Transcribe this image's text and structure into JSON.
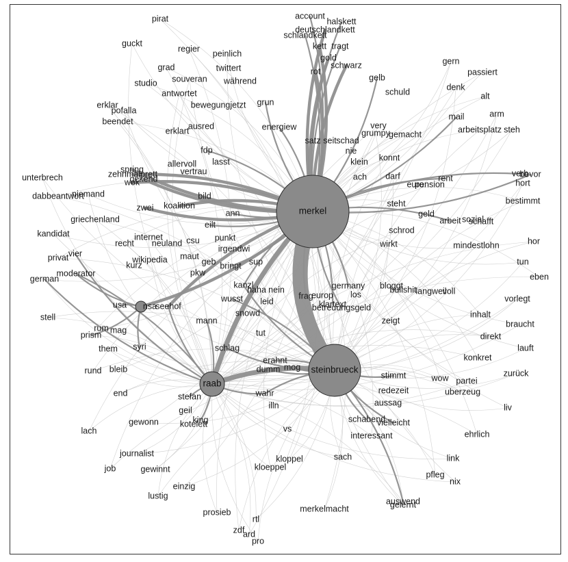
{
  "diagram": {
    "colors": {
      "hub_fill": "#8a8a8a",
      "hub_stroke": "#2b2b2b",
      "edge": "#8f8f8f",
      "edge_faint": "#c8c8c8",
      "text": "#1a1a1a"
    },
    "hubs": [
      {
        "id": "merkel",
        "label": "merkel"
      },
      {
        "id": "steinbrueck",
        "label": "steinbrueck"
      },
      {
        "id": "raab",
        "label": "raab"
      },
      {
        "id": "nsa",
        "label": "nsa"
      }
    ],
    "words": [
      "pirat",
      "guckt",
      "regier",
      "peinlich",
      "twittert",
      "grad",
      "souveran",
      "studio",
      "antwortet",
      "während",
      "erklar",
      "pofalla",
      "beendet",
      "bewegungjetzt",
      "grun",
      "erklart",
      "ausred",
      "energiew",
      "fdp",
      "lasst",
      "allervoll",
      "vertrau",
      "zehnmalprett",
      "spring",
      "wok",
      "gekend",
      "unterbrech",
      "dabbeantwort",
      "niemand",
      "zwei",
      "koalition",
      "bild",
      "griechenland",
      "ann",
      "eilt",
      "kandidat",
      "recht",
      "internet",
      "neuland",
      "csu",
      "punkt",
      "irgendwi",
      "privat",
      "vier",
      "wikipedia",
      "kurz",
      "maut",
      "geb",
      "bringt",
      "sup",
      "moderator",
      "german",
      "pkw",
      "usa",
      "seehof",
      "wusst",
      "kanzl",
      "haha",
      "nein",
      "leid",
      "snowd",
      "stell",
      "rum",
      "mag",
      "prism",
      "mann",
      "syri",
      "them",
      "schlag",
      "tut",
      "rund",
      "bleib",
      "end",
      "stefan",
      "geil",
      "gewonn",
      "king",
      "kotelett",
      "lach",
      "erahnt",
      "dumm",
      "mog",
      "wahr",
      "illn",
      "vs",
      "journalist",
      "job",
      "gewinnt",
      "lustig",
      "einzig",
      "kloppel",
      "kloeppel",
      "sach",
      "prosieb",
      "rtl",
      "zdf",
      "ard",
      "pro",
      "merkelmacht",
      "account",
      "halskett",
      "deutschlandkett",
      "schlandkett",
      "kett",
      "tragt",
      "gold",
      "schwarz",
      "rot",
      "gelb",
      "schuld",
      "gern",
      "passiert",
      "denk",
      "alt",
      "mail",
      "arm",
      "arbeitsplatz",
      "steh",
      "very",
      "grumpy",
      "gemacht",
      "satz",
      "seit",
      "schad",
      "nie",
      "klein",
      "konnt",
      "ach",
      "darf",
      "euro",
      "pension",
      "rent",
      "verb",
      "bevor",
      "hort",
      "bestimmt",
      "steht",
      "geld",
      "arbeit",
      "sozial",
      "schafft",
      "schrod",
      "mindestlohn",
      "wirkt",
      "hor",
      "tun",
      "eben",
      "germany",
      "frag",
      "europ",
      "los",
      "klartext",
      "betreuungsgeld",
      "bloggt",
      "bullshit",
      "langweil",
      "voll",
      "vorlegt",
      "inhalt",
      "braucht",
      "direkt",
      "lauft",
      "konkret",
      "zurück",
      "zeigt",
      "stimmt",
      "wow",
      "partei",
      "uberzeug",
      "redezeit",
      "liv",
      "aussag",
      "schabend",
      "vielleicht",
      "interessant",
      "ehrlich",
      "link",
      "pfleg",
      "nix",
      "auswend",
      "gelernt"
    ],
    "heavy_edges": [
      [
        "merkel",
        "steinbrueck",
        5
      ],
      [
        "merkel",
        "raab",
        3
      ],
      [
        "merkel",
        "nsa",
        2
      ],
      [
        "steinbrueck",
        "raab",
        3
      ],
      [
        "merkel",
        "gold",
        2
      ],
      [
        "merkel",
        "rot",
        2
      ],
      [
        "merkel",
        "schwarz",
        2
      ],
      [
        "merkel",
        "kett",
        2
      ],
      [
        "merkel",
        "deutschlandkett",
        2
      ],
      [
        "merkel",
        "schlandkett",
        1
      ],
      [
        "merkel",
        "halskett",
        1
      ],
      [
        "merkel",
        "account",
        1
      ],
      [
        "merkel",
        "tragt",
        1
      ],
      [
        "merkel",
        "gelb",
        1
      ],
      [
        "merkel",
        "grun",
        1
      ],
      [
        "merkel",
        "energiew",
        1
      ],
      [
        "merkel",
        "zwei",
        2
      ],
      [
        "merkel",
        "koalition",
        2
      ],
      [
        "merkel",
        "spring",
        2
      ],
      [
        "merkel",
        "wok",
        2
      ],
      [
        "merkel",
        "gekend",
        2
      ],
      [
        "merkel",
        "zehnmalprett",
        2
      ],
      [
        "merkel",
        "eilt",
        1
      ],
      [
        "merkel",
        "fdp",
        1
      ],
      [
        "merkel",
        "ann",
        1
      ],
      [
        "merkel",
        "seehof",
        2
      ],
      [
        "merkel",
        "bringt",
        1
      ],
      [
        "merkel",
        "kanzl",
        1
      ],
      [
        "merkel",
        "germany",
        1
      ],
      [
        "merkel",
        "frag",
        1
      ],
      [
        "merkel",
        "klartext",
        1
      ],
      [
        "merkel",
        "betreuungsgeld",
        1
      ],
      [
        "merkel",
        "verb",
        1
      ],
      [
        "merkel",
        "bevor",
        1
      ],
      [
        "merkel",
        "rent",
        1
      ],
      [
        "merkel",
        "mail",
        1
      ],
      [
        "merkel",
        "arbeit",
        1
      ],
      [
        "steinbrueck",
        "wusst",
        1
      ],
      [
        "steinbrueck",
        "schlag",
        1
      ],
      [
        "steinbrueck",
        "erahnt",
        1
      ],
      [
        "steinbrueck",
        "dumm",
        1
      ],
      [
        "steinbrueck",
        "wahr",
        1
      ],
      [
        "steinbrueck",
        "mog",
        1
      ],
      [
        "steinbrueck",
        "vielleicht",
        1
      ],
      [
        "steinbrueck",
        "auswend",
        1
      ],
      [
        "steinbrueck",
        "schabend",
        1
      ],
      [
        "steinbrueck",
        "kanzl",
        1
      ],
      [
        "steinbrueck",
        "stimmt",
        1
      ],
      [
        "raab",
        "vier",
        1
      ],
      [
        "raab",
        "moderator",
        1
      ],
      [
        "raab",
        "german",
        1
      ],
      [
        "raab",
        "mann",
        1
      ],
      [
        "raab",
        "seehof",
        1
      ],
      [
        "raab",
        "stefan",
        1
      ],
      [
        "raab",
        "king",
        1
      ],
      [
        "raab",
        "wahr",
        1
      ],
      [
        "nsa",
        "moderator",
        1
      ],
      [
        "nsa",
        "usa",
        1
      ],
      [
        "nsa",
        "prism",
        1
      ],
      [
        "nsa",
        "syri",
        1
      ]
    ]
  }
}
